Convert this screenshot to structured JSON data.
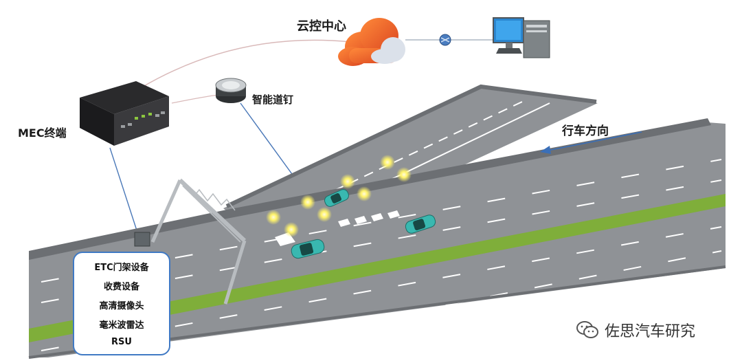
{
  "labels": {
    "cloud_center": "云控中心",
    "mec_terminal": "MEC终端",
    "smart_stud": "智能道钉",
    "driving_direction": "行车方向"
  },
  "equipment": {
    "items": [
      "ETC门架设备",
      "收费设备",
      "高清摄像头",
      "毫米波雷达",
      "RSU"
    ]
  },
  "watermark": {
    "text": "佐思汽车研究",
    "icon": "wechat-icon"
  },
  "colors": {
    "road": "#8f9296",
    "median_green": "#7fae3a",
    "cloud_orange": "#f06a2a",
    "box_border": "#3f79c4",
    "vehicle": "#39b8b0",
    "stud_light": "#fff36a",
    "arrow": "#3a6fb8"
  },
  "icons": [
    "cloud-icon",
    "network-node-icon",
    "desktop-computer-icon",
    "mec-box-icon",
    "smart-stud-icon",
    "gantry-icon",
    "car-icon",
    "wechat-icon"
  ]
}
